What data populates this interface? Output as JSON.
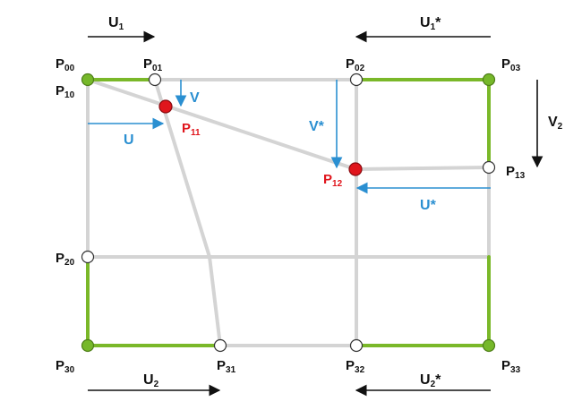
{
  "colors": {
    "grid_line": "#d4d4d4",
    "border_highlight": "#7ab829",
    "point_green": "#76b82a",
    "point_red": "#e0151c",
    "point_open": "#ffffff",
    "arrow_black": "#111111",
    "arrow_blue": "#2a8fd1",
    "label_black": "#111111",
    "label_red": "#e0151c",
    "label_blue": "#2a8fd1"
  },
  "points": [
    {
      "id": "p00",
      "name": "P",
      "sub": "00"
    },
    {
      "id": "p01",
      "name": "P",
      "sub": "01"
    },
    {
      "id": "p02",
      "name": "P",
      "sub": "02"
    },
    {
      "id": "p03",
      "name": "P",
      "sub": "03"
    },
    {
      "id": "p10",
      "name": "P",
      "sub": "10"
    },
    {
      "id": "p11",
      "name": "P",
      "sub": "11"
    },
    {
      "id": "p12",
      "name": "P",
      "sub": "12"
    },
    {
      "id": "p13",
      "name": "P",
      "sub": "13"
    },
    {
      "id": "p20",
      "name": "P",
      "sub": "20"
    },
    {
      "id": "p30",
      "name": "P",
      "sub": "30"
    },
    {
      "id": "p31",
      "name": "P",
      "sub": "31"
    },
    {
      "id": "p32",
      "name": "P",
      "sub": "32"
    },
    {
      "id": "p33",
      "name": "P",
      "sub": "33"
    }
  ],
  "arrows": {
    "u1": {
      "name": "U",
      "sub": "1",
      "star": ""
    },
    "u1_star": {
      "name": "U",
      "sub": "1",
      "star": "*"
    },
    "u2": {
      "name": "U",
      "sub": "2",
      "star": ""
    },
    "u2_star": {
      "name": "U",
      "sub": "2",
      "star": "*"
    },
    "v2": {
      "name": "V",
      "sub": "2",
      "star": ""
    },
    "u": {
      "name": "U",
      "star": ""
    },
    "v": {
      "name": "V",
      "star": ""
    },
    "v_star": {
      "name": "V",
      "star": "*"
    },
    "u_star": {
      "name": "U",
      "star": "*"
    }
  }
}
